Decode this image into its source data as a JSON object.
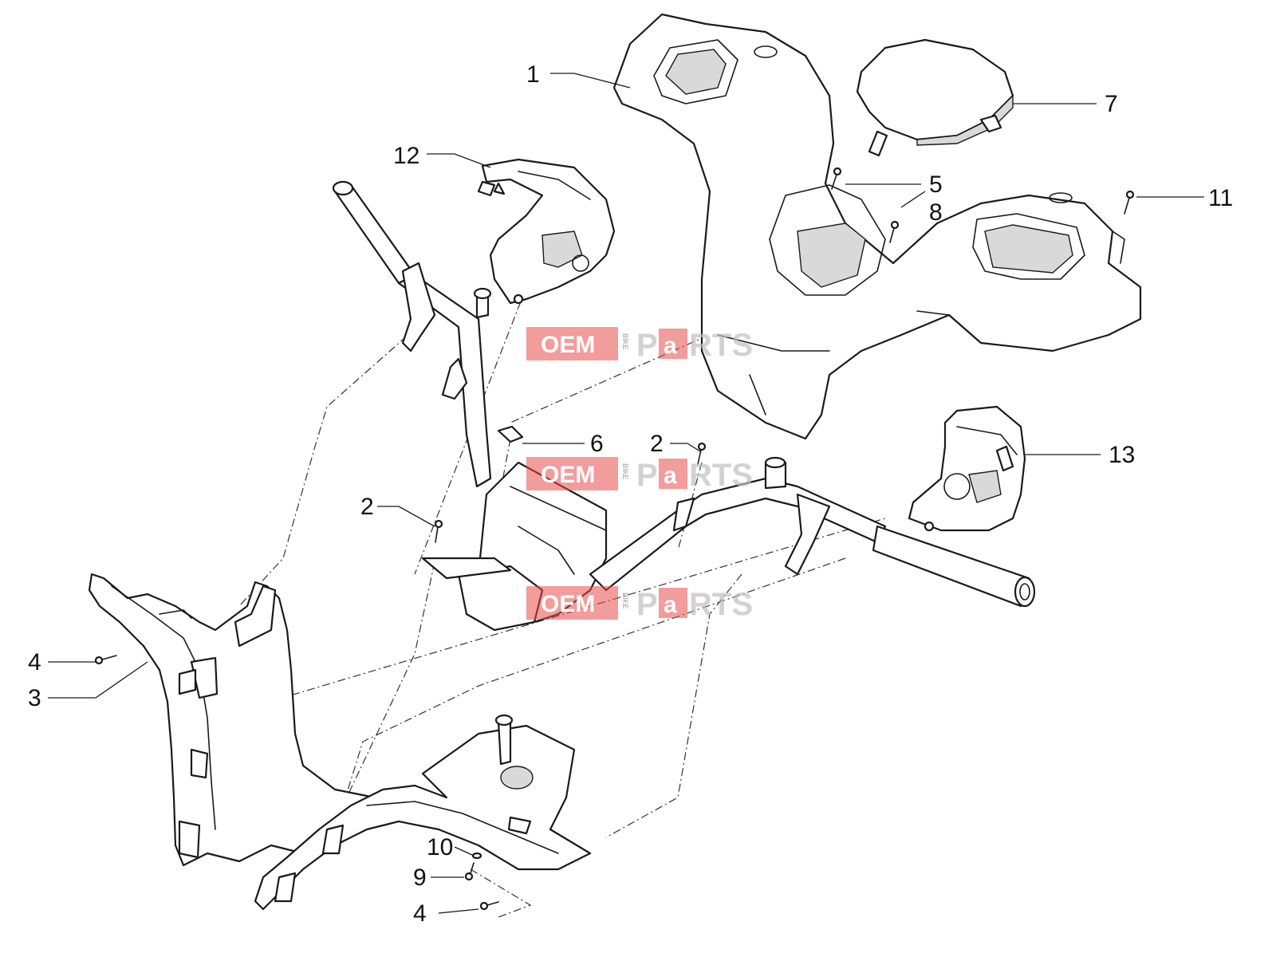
{
  "watermark": {
    "brand_left": "OEM",
    "brand_small": "BIKE",
    "brand_p": "P",
    "brand_a": "a",
    "brand_right": "RTS",
    "color_red": "#e84a4a",
    "color_gray": "#bfbfbf"
  },
  "callouts": {
    "c1": "1",
    "c2a": "2",
    "c2b": "2",
    "c3": "3",
    "c4a": "4",
    "c4b": "4",
    "c5": "5",
    "c6": "6",
    "c7": "7",
    "c8": "8",
    "c9": "9",
    "c10": "10",
    "c11": "11",
    "c12": "12",
    "c13": "13"
  }
}
